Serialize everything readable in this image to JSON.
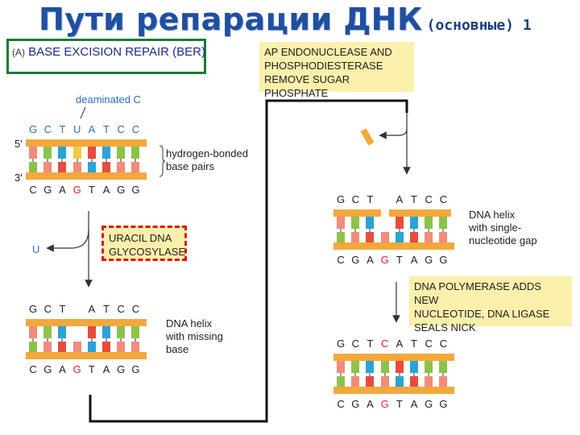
{
  "title": {
    "main": "Пути репарации ДНК",
    "sub": "(основные) 1"
  },
  "panel_label": "(A)",
  "panel_title": "BASE EXCISION REPAIR (BER)",
  "ap_box": [
    "AP ENDONUCLEASE AND",
    "PHOSPHODIESTERASE",
    "REMOVE SUGAR PHOSPHATE"
  ],
  "deaminated_label": "deaminated C",
  "strand_5": "5'",
  "strand_3": "3'",
  "hbond_label": [
    "hydrogen-bonded",
    "base pairs"
  ],
  "glycosylase_box": [
    "URACIL DNA",
    "GLYCOSYLASE"
  ],
  "removed_base": "U",
  "missing_base_label": [
    "DNA helix",
    "with missing",
    "base"
  ],
  "gap_label": [
    "DNA helix",
    "with single-",
    "nucleotide gap"
  ],
  "polymerase_box": [
    "DNA POLYMERASE ADDS NEW",
    "NUCLEOTIDE, DNA LIGASE",
    "SEALS NICK"
  ],
  "stage1": {
    "top": [
      "G",
      "C",
      "T",
      "U",
      "A",
      "T",
      "C",
      "C"
    ],
    "bottom": [
      "C",
      "G",
      "A",
      "G",
      "T",
      "A",
      "G",
      "G"
    ]
  },
  "stage2": {
    "top": [
      "G",
      "C",
      "T",
      "",
      "A",
      "T",
      "C",
      "C"
    ],
    "bottom": [
      "C",
      "G",
      "A",
      "G",
      "T",
      "A",
      "G",
      "G"
    ]
  },
  "stage3": {
    "top": [
      "G",
      "C",
      "T",
      "",
      "A",
      "T",
      "C",
      "C"
    ],
    "bottom": [
      "C",
      "G",
      "A",
      "G",
      "T",
      "A",
      "G",
      "G"
    ]
  },
  "stage4": {
    "top": [
      "G",
      "C",
      "T",
      "C",
      "A",
      "T",
      "C",
      "C"
    ],
    "bottom": [
      "C",
      "G",
      "A",
      "G",
      "T",
      "A",
      "G",
      "G"
    ]
  },
  "colors": {
    "title": "#1f4fa0",
    "backbone": "#f3a83c",
    "panel_border": "#1e7a35",
    "box_fill": "#fbefac",
    "dashed_border": "#dd1111",
    "blue_text": "#2a6fb8",
    "red_text": "#dd2222",
    "base_G": "#f28b7a",
    "base_C": "#8bc34a",
    "base_T": "#29a3d8",
    "base_A": "#e74c3c",
    "base_U": "#f5c842"
  }
}
